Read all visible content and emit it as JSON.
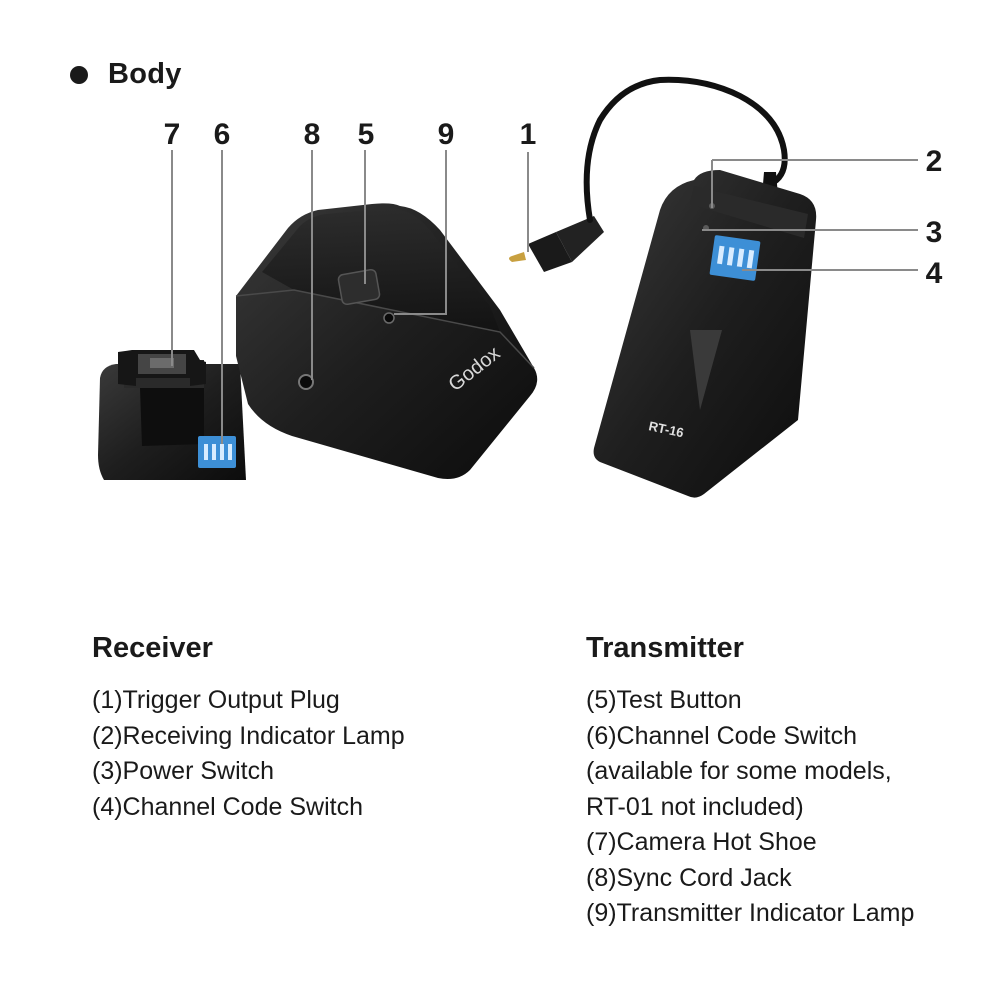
{
  "heading": "Body",
  "callouts": [
    "1",
    "2",
    "3",
    "4",
    "5",
    "6",
    "7",
    "8",
    "9"
  ],
  "device_text": {
    "brand": "Godox",
    "model": "RT-16"
  },
  "receiver": {
    "title": "Receiver",
    "items": [
      "(1)Trigger Output Plug",
      "(2)Receiving Indicator Lamp",
      "(3)Power Switch",
      "(4)Channel Code Switch"
    ]
  },
  "transmitter": {
    "title": "Transmitter",
    "items": [
      "(5)Test Button",
      "(6)Channel Code Switch",
      "(available for some models,",
      "RT-01 not included)",
      "(7)Camera Hot Shoe",
      "(8)Sync Cord Jack",
      "(9)Transmitter Indicator Lamp"
    ]
  },
  "colors": {
    "device_body": "#1c1c1c",
    "dip_switch": "#3d8fd6",
    "leader_line": "#8a8a8a"
  }
}
